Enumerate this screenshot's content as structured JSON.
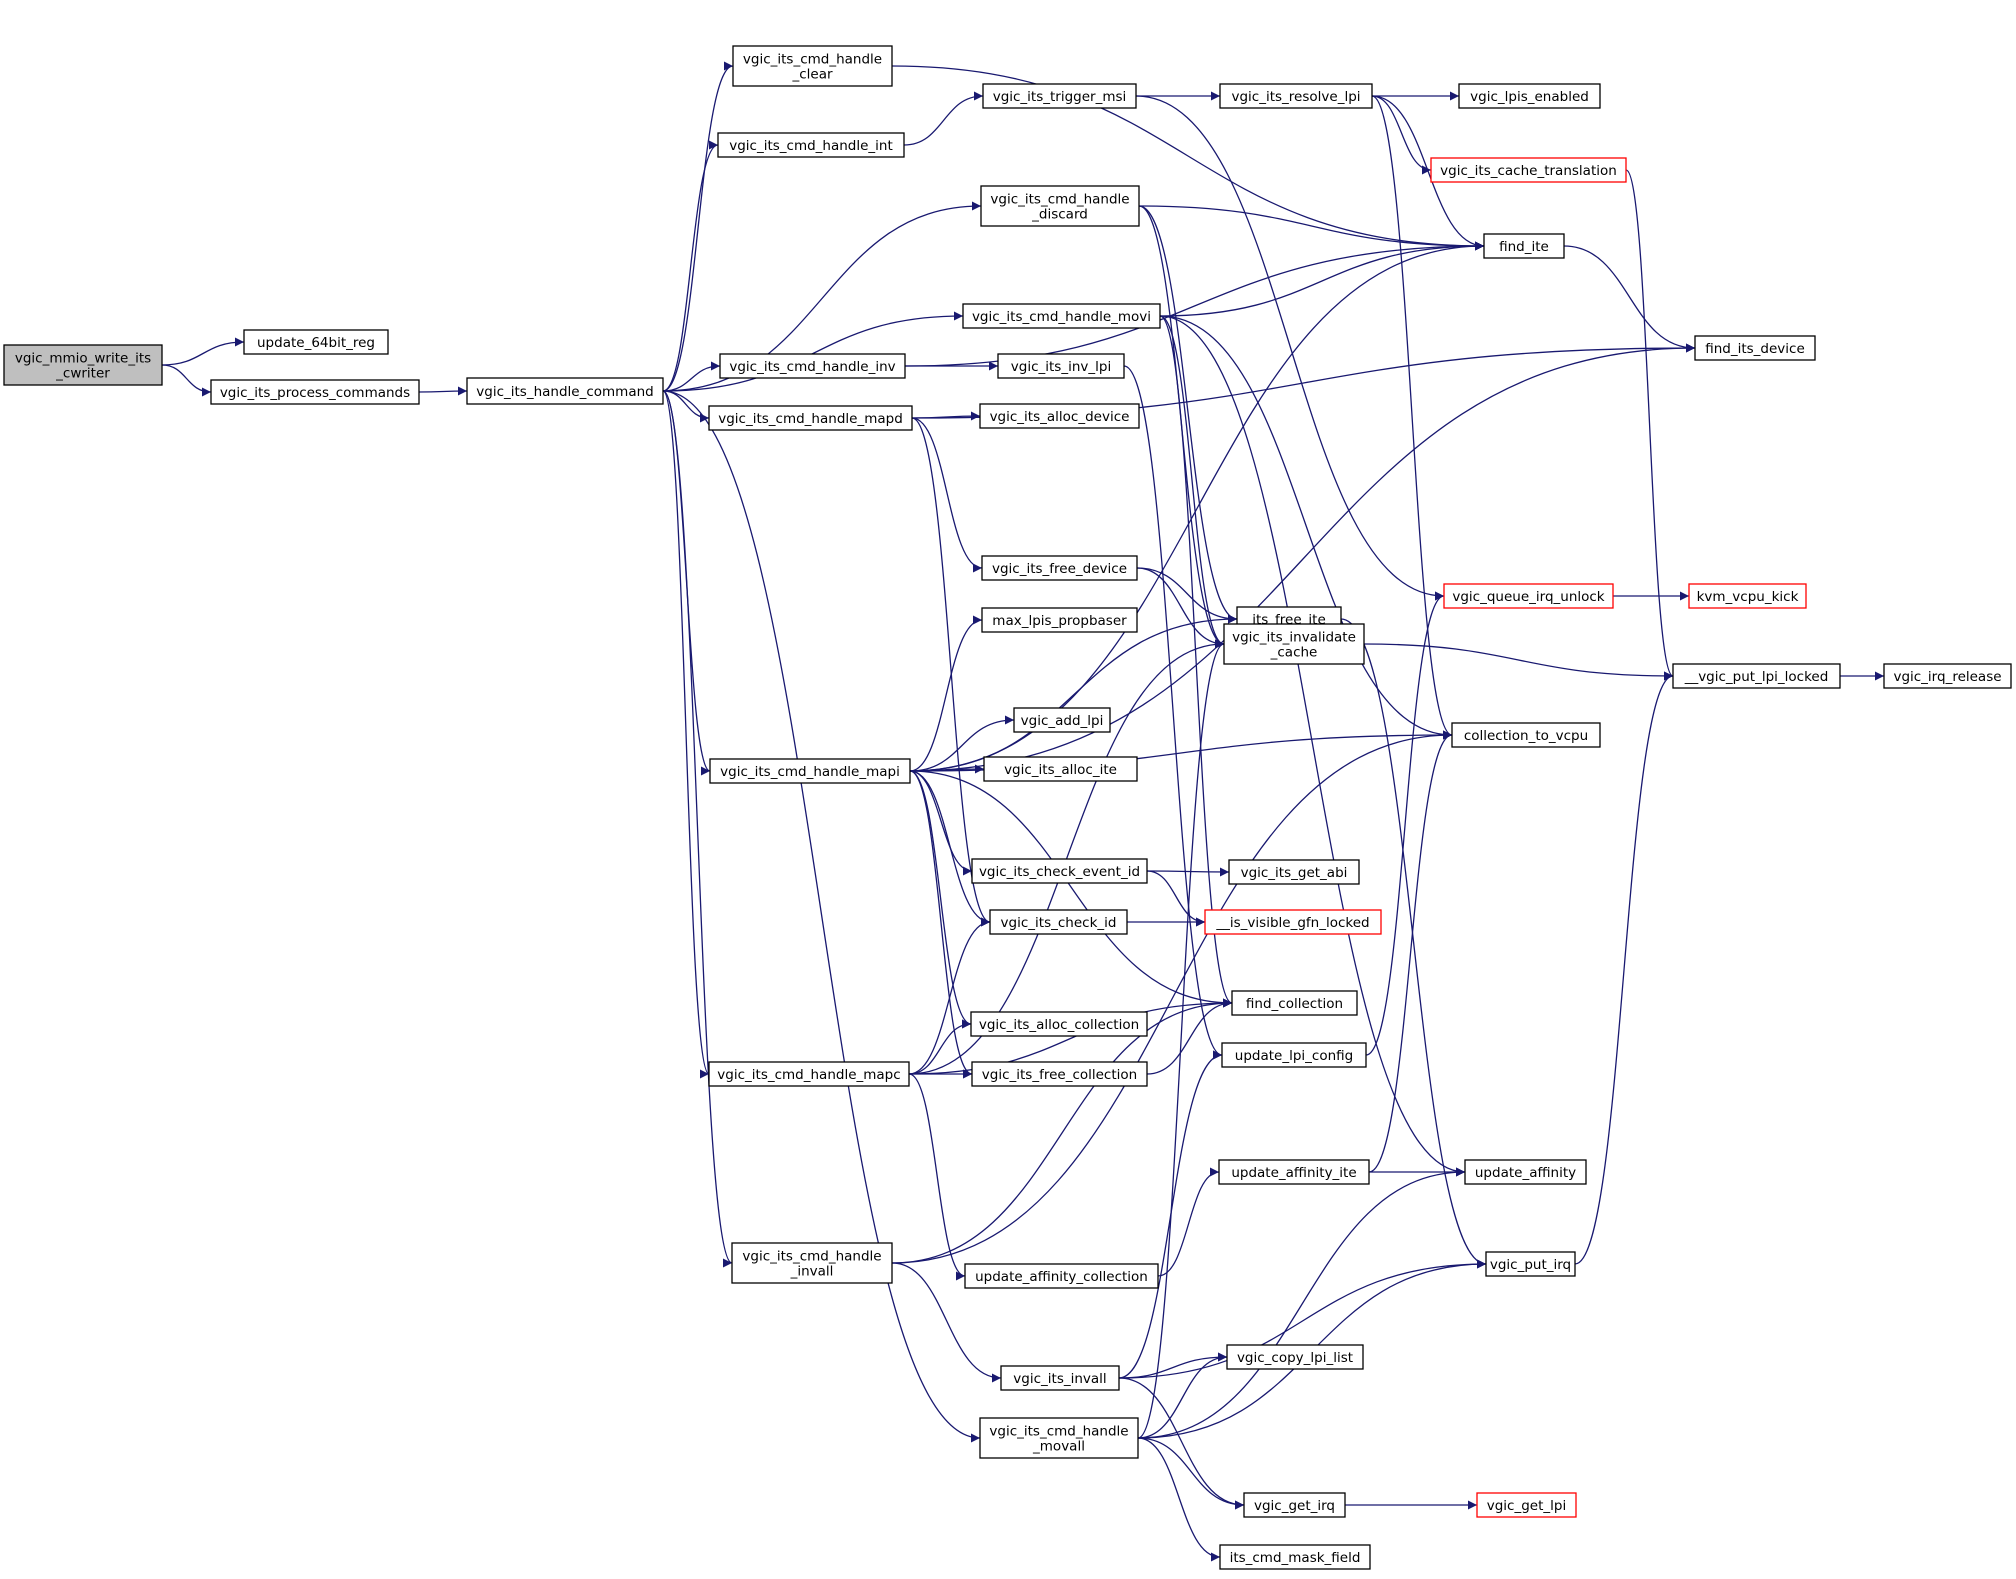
{
  "nodes": [
    {
      "id": "root",
      "lines": [
        "vgic_mmio_write_its",
        "_cwriter"
      ],
      "style": "root"
    },
    {
      "id": "update_64bit",
      "lines": [
        "update_64bit_reg"
      ]
    },
    {
      "id": "process_cmds",
      "lines": [
        "vgic_its_process_commands"
      ]
    },
    {
      "id": "handle_command",
      "lines": [
        "vgic_its_handle_command"
      ]
    },
    {
      "id": "h_clear",
      "lines": [
        "vgic_its_cmd_handle",
        "_clear"
      ]
    },
    {
      "id": "h_int",
      "lines": [
        "vgic_its_cmd_handle_int"
      ]
    },
    {
      "id": "trigger_msi",
      "lines": [
        "vgic_its_trigger_msi"
      ]
    },
    {
      "id": "resolve_lpi",
      "lines": [
        "vgic_its_resolve_lpi"
      ]
    },
    {
      "id": "lpis_enabled",
      "lines": [
        "vgic_lpis_enabled"
      ]
    },
    {
      "id": "cache_translation",
      "lines": [
        "vgic_its_cache_translation"
      ],
      "style": "trunc"
    },
    {
      "id": "h_discard",
      "lines": [
        "vgic_its_cmd_handle",
        "_discard"
      ]
    },
    {
      "id": "find_ite",
      "lines": [
        "find_ite"
      ]
    },
    {
      "id": "h_movi",
      "lines": [
        "vgic_its_cmd_handle_movi"
      ]
    },
    {
      "id": "find_its_device",
      "lines": [
        "find_its_device"
      ]
    },
    {
      "id": "h_inv",
      "lines": [
        "vgic_its_cmd_handle_inv"
      ]
    },
    {
      "id": "inv_lpi",
      "lines": [
        "vgic_its_inv_lpi"
      ]
    },
    {
      "id": "h_mapd",
      "lines": [
        "vgic_its_cmd_handle_mapd"
      ]
    },
    {
      "id": "alloc_device",
      "lines": [
        "vgic_its_alloc_device"
      ]
    },
    {
      "id": "free_device",
      "lines": [
        "vgic_its_free_device"
      ]
    },
    {
      "id": "queue_irq_unlock",
      "lines": [
        "vgic_queue_irq_unlock"
      ],
      "style": "trunc"
    },
    {
      "id": "kvm_vcpu_kick",
      "lines": [
        "kvm_vcpu_kick"
      ],
      "style": "trunc"
    },
    {
      "id": "its_free_ite",
      "lines": [
        "its_free_ite"
      ]
    },
    {
      "id": "max_lpis",
      "lines": [
        "max_lpis_propbaser"
      ]
    },
    {
      "id": "invalidate_cache",
      "lines": [
        "vgic_its_invalidate",
        "_cache"
      ]
    },
    {
      "id": "put_lpi_locked",
      "lines": [
        "__vgic_put_lpi_locked"
      ]
    },
    {
      "id": "irq_release",
      "lines": [
        "vgic_irq_release"
      ]
    },
    {
      "id": "add_lpi",
      "lines": [
        "vgic_add_lpi"
      ]
    },
    {
      "id": "collection_to_vcpu",
      "lines": [
        "collection_to_vcpu"
      ]
    },
    {
      "id": "h_mapi",
      "lines": [
        "vgic_its_cmd_handle_mapi"
      ]
    },
    {
      "id": "alloc_ite",
      "lines": [
        "vgic_its_alloc_ite"
      ]
    },
    {
      "id": "check_event_id",
      "lines": [
        "vgic_its_check_event_id"
      ]
    },
    {
      "id": "get_abi",
      "lines": [
        "vgic_its_get_abi"
      ]
    },
    {
      "id": "check_id",
      "lines": [
        "vgic_its_check_id"
      ]
    },
    {
      "id": "is_visible_gfn",
      "lines": [
        "__is_visible_gfn_locked"
      ],
      "style": "trunc"
    },
    {
      "id": "find_collection",
      "lines": [
        "find_collection"
      ]
    },
    {
      "id": "alloc_collection",
      "lines": [
        "vgic_its_alloc_collection"
      ]
    },
    {
      "id": "update_lpi_config",
      "lines": [
        "update_lpi_config"
      ]
    },
    {
      "id": "h_mapc",
      "lines": [
        "vgic_its_cmd_handle_mapc"
      ]
    },
    {
      "id": "free_collection",
      "lines": [
        "vgic_its_free_collection"
      ]
    },
    {
      "id": "update_affinity_ite",
      "lines": [
        "update_affinity_ite"
      ]
    },
    {
      "id": "update_affinity",
      "lines": [
        "update_affinity"
      ]
    },
    {
      "id": "h_invall",
      "lines": [
        "vgic_its_cmd_handle",
        "_invall"
      ]
    },
    {
      "id": "update_affinity_coll",
      "lines": [
        "update_affinity_collection"
      ]
    },
    {
      "id": "put_irq",
      "lines": [
        "vgic_put_irq"
      ]
    },
    {
      "id": "copy_lpi_list",
      "lines": [
        "vgic_copy_lpi_list"
      ]
    },
    {
      "id": "its_invall",
      "lines": [
        "vgic_its_invall"
      ]
    },
    {
      "id": "h_movall",
      "lines": [
        "vgic_its_cmd_handle",
        "_movall"
      ]
    },
    {
      "id": "get_irq",
      "lines": [
        "vgic_get_irq"
      ]
    },
    {
      "id": "get_lpi",
      "lines": [
        "vgic_get_lpi"
      ],
      "style": "trunc"
    },
    {
      "id": "mask_field",
      "lines": [
        "its_cmd_mask_field"
      ]
    }
  ],
  "edges": [
    [
      "root",
      "update_64bit"
    ],
    [
      "root",
      "process_cmds"
    ],
    [
      "process_cmds",
      "handle_command"
    ],
    [
      "handle_command",
      "h_clear"
    ],
    [
      "handle_command",
      "h_int"
    ],
    [
      "handle_command",
      "h_discard"
    ],
    [
      "handle_command",
      "h_movi"
    ],
    [
      "handle_command",
      "h_inv"
    ],
    [
      "handle_command",
      "h_mapd"
    ],
    [
      "handle_command",
      "h_mapi"
    ],
    [
      "handle_command",
      "h_mapc"
    ],
    [
      "handle_command",
      "h_invall"
    ],
    [
      "handle_command",
      "h_movall"
    ],
    [
      "h_clear",
      "find_ite"
    ],
    [
      "h_int",
      "trigger_msi"
    ],
    [
      "trigger_msi",
      "resolve_lpi"
    ],
    [
      "trigger_msi",
      "queue_irq_unlock"
    ],
    [
      "resolve_lpi",
      "lpis_enabled"
    ],
    [
      "resolve_lpi",
      "cache_translation"
    ],
    [
      "resolve_lpi",
      "find_ite"
    ],
    [
      "resolve_lpi",
      "collection_to_vcpu"
    ],
    [
      "cache_translation",
      "put_lpi_locked"
    ],
    [
      "h_discard",
      "find_ite"
    ],
    [
      "h_discard",
      "its_free_ite"
    ],
    [
      "h_discard",
      "invalidate_cache"
    ],
    [
      "h_movi",
      "find_ite"
    ],
    [
      "h_movi",
      "collection_to_vcpu"
    ],
    [
      "h_movi",
      "find_collection"
    ],
    [
      "h_movi",
      "update_affinity"
    ],
    [
      "h_movi",
      "invalidate_cache"
    ],
    [
      "find_ite",
      "find_its_device"
    ],
    [
      "h_inv",
      "find_ite"
    ],
    [
      "h_inv",
      "inv_lpi"
    ],
    [
      "inv_lpi",
      "update_lpi_config"
    ],
    [
      "h_mapd",
      "alloc_device"
    ],
    [
      "h_mapd",
      "free_device"
    ],
    [
      "h_mapd",
      "check_id"
    ],
    [
      "h_mapd",
      "find_its_device"
    ],
    [
      "free_device",
      "its_free_ite"
    ],
    [
      "free_device",
      "invalidate_cache"
    ],
    [
      "queue_irq_unlock",
      "kvm_vcpu_kick"
    ],
    [
      "its_free_ite",
      "put_irq"
    ],
    [
      "invalidate_cache",
      "put_lpi_locked"
    ],
    [
      "put_lpi_locked",
      "irq_release"
    ],
    [
      "h_mapi",
      "max_lpis"
    ],
    [
      "h_mapi",
      "add_lpi"
    ],
    [
      "h_mapi",
      "alloc_ite"
    ],
    [
      "h_mapi",
      "check_event_id"
    ],
    [
      "h_mapi",
      "check_id"
    ],
    [
      "h_mapi",
      "find_collection"
    ],
    [
      "h_mapi",
      "alloc_collection"
    ],
    [
      "h_mapi",
      "free_collection"
    ],
    [
      "h_mapi",
      "its_free_ite"
    ],
    [
      "h_mapi",
      "find_ite"
    ],
    [
      "h_mapi",
      "find_its_device"
    ],
    [
      "h_mapi",
      "collection_to_vcpu"
    ],
    [
      "check_event_id",
      "get_abi"
    ],
    [
      "check_event_id",
      "is_visible_gfn"
    ],
    [
      "check_id",
      "is_visible_gfn"
    ],
    [
      "update_lpi_config",
      "queue_irq_unlock"
    ],
    [
      "h_mapc",
      "check_id"
    ],
    [
      "h_mapc",
      "alloc_collection"
    ],
    [
      "h_mapc",
      "free_collection"
    ],
    [
      "h_mapc",
      "find_collection"
    ],
    [
      "h_mapc",
      "update_affinity_coll"
    ],
    [
      "h_mapc",
      "invalidate_cache"
    ],
    [
      "free_collection",
      "find_collection"
    ],
    [
      "update_affinity_coll",
      "update_affinity_ite"
    ],
    [
      "update_affinity_ite",
      "update_affinity"
    ],
    [
      "update_affinity_ite",
      "collection_to_vcpu"
    ],
    [
      "h_invall",
      "its_invall"
    ],
    [
      "h_invall",
      "find_collection"
    ],
    [
      "h_invall",
      "collection_to_vcpu"
    ],
    [
      "its_invall",
      "copy_lpi_list"
    ],
    [
      "its_invall",
      "get_irq"
    ],
    [
      "its_invall",
      "update_lpi_config"
    ],
    [
      "its_invall",
      "put_irq"
    ],
    [
      "h_movall",
      "copy_lpi_list"
    ],
    [
      "h_movall",
      "get_irq"
    ],
    [
      "h_movall",
      "mask_field"
    ],
    [
      "h_movall",
      "update_affinity"
    ],
    [
      "h_movall",
      "put_irq"
    ],
    [
      "h_movall",
      "invalidate_cache"
    ],
    [
      "get_irq",
      "get_lpi"
    ],
    [
      "put_irq",
      "put_lpi_locked"
    ]
  ],
  "colors": {
    "edge": "#191970",
    "node_border": "#000000",
    "truncated_border": "#ff0000",
    "root_fill": "#bfbfbf"
  }
}
